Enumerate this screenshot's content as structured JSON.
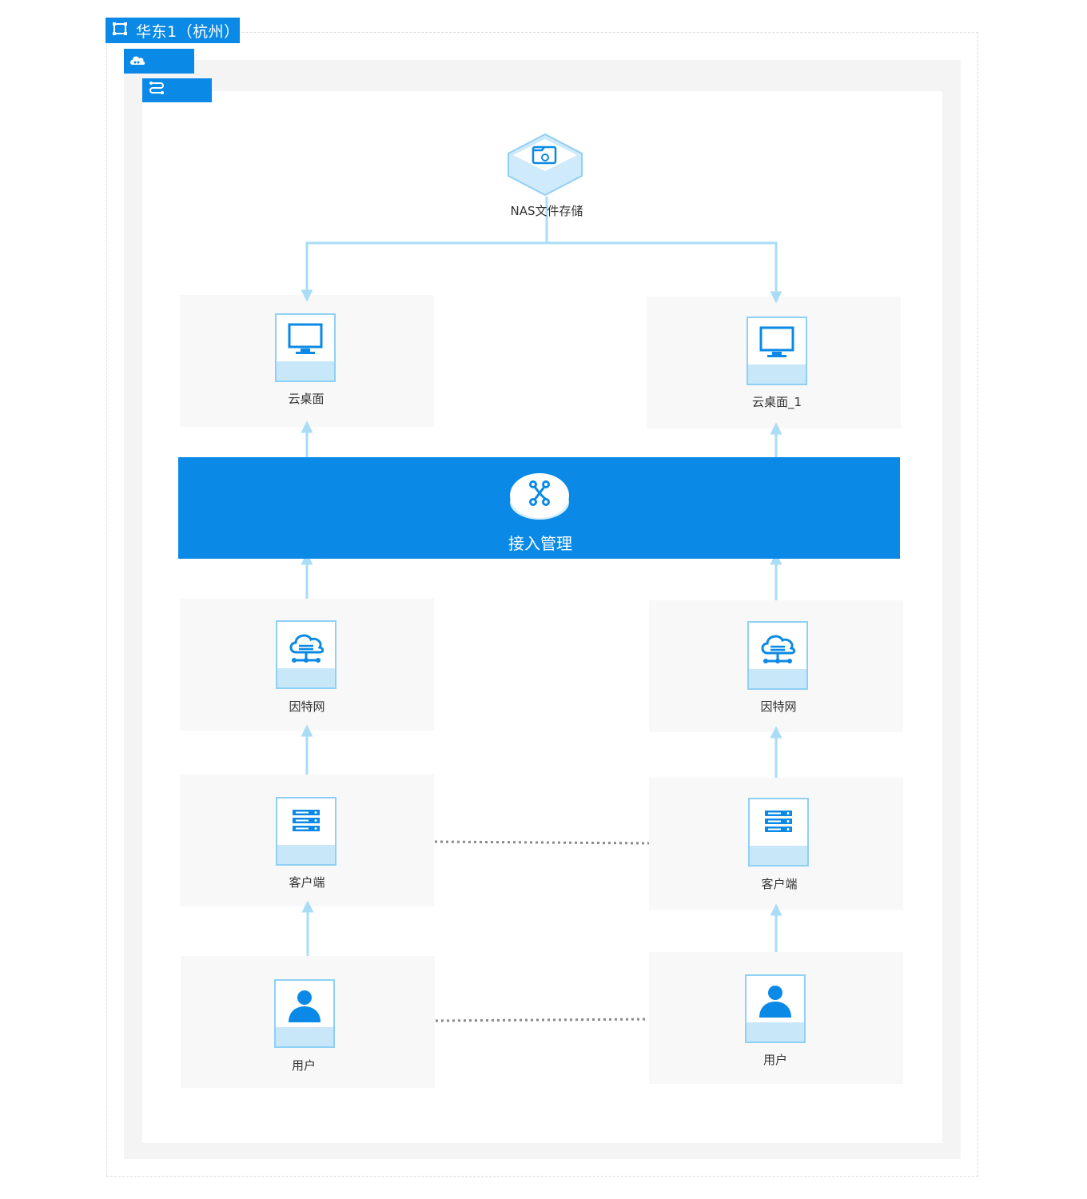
{
  "region": {
    "title": "华东1（杭州）",
    "icon": "region-frame-icon"
  },
  "vpc": {
    "icon": "cloud-icon"
  },
  "vswitch": {
    "icon": "switch-icon"
  },
  "nas": {
    "label": "NAS文件存储",
    "icon": "nas-storage-icon"
  },
  "desktops": [
    {
      "label": "云桌面",
      "icon": "monitor-icon"
    },
    {
      "label": "云桌面_1",
      "icon": "monitor-icon"
    }
  ],
  "gateway": {
    "label": "接入管理",
    "icon": "access-hub-icon"
  },
  "internet": [
    {
      "label": "因特网",
      "icon": "cloud-network-icon"
    },
    {
      "label": "因特网",
      "icon": "cloud-network-icon"
    }
  ],
  "clients": [
    {
      "label": "客户端",
      "icon": "server-icon"
    },
    {
      "label": "客户端",
      "icon": "server-icon"
    }
  ],
  "users": [
    {
      "label": "用户",
      "icon": "user-icon"
    },
    {
      "label": "用户",
      "icon": "user-icon"
    }
  ],
  "colors": {
    "accent": "#0a8ae6",
    "link": "#a9dcf7",
    "dotted": "#8a8a8a"
  }
}
